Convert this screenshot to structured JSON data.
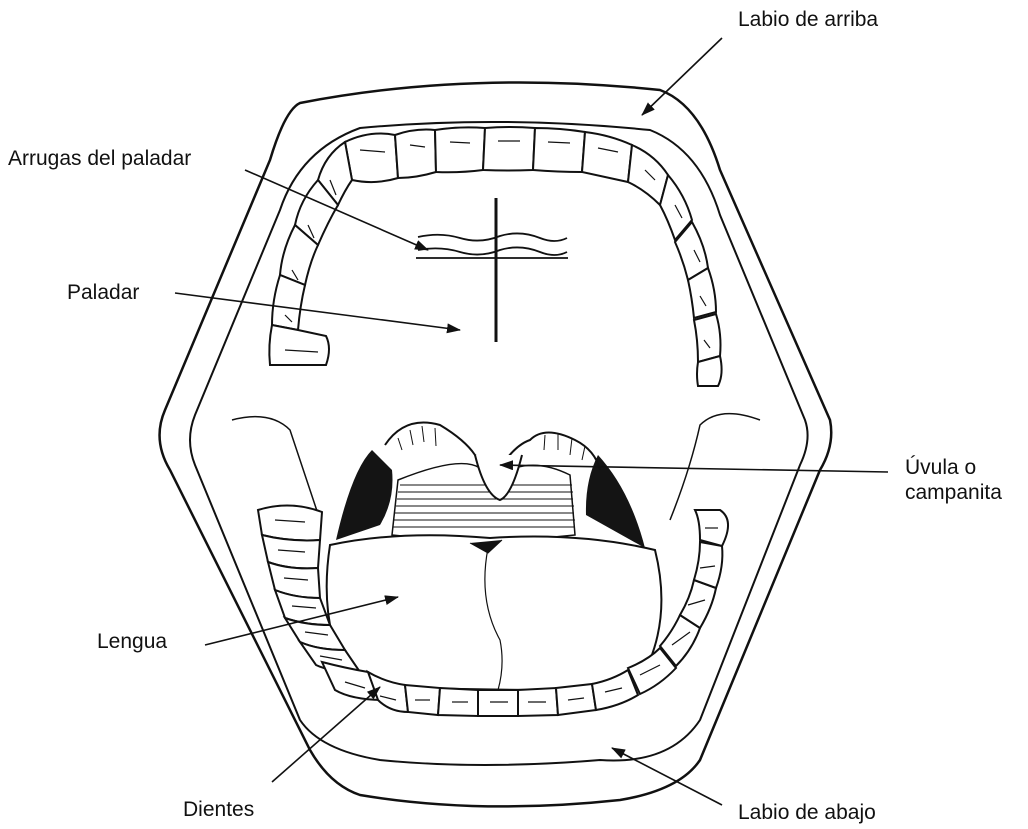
{
  "labels": {
    "upper_lip": "Labio de arriba",
    "palate_rugae": "Arrugas del paladar",
    "palate": "Paladar",
    "uvula_line1": "Úvula o",
    "uvula_line2": "campanita",
    "tongue": "Lengua",
    "teeth": "Dientes",
    "lower_lip": "Labio de abajo"
  },
  "colors": {
    "stroke": "#111111",
    "background": "#ffffff",
    "dark_region": "#141414"
  }
}
